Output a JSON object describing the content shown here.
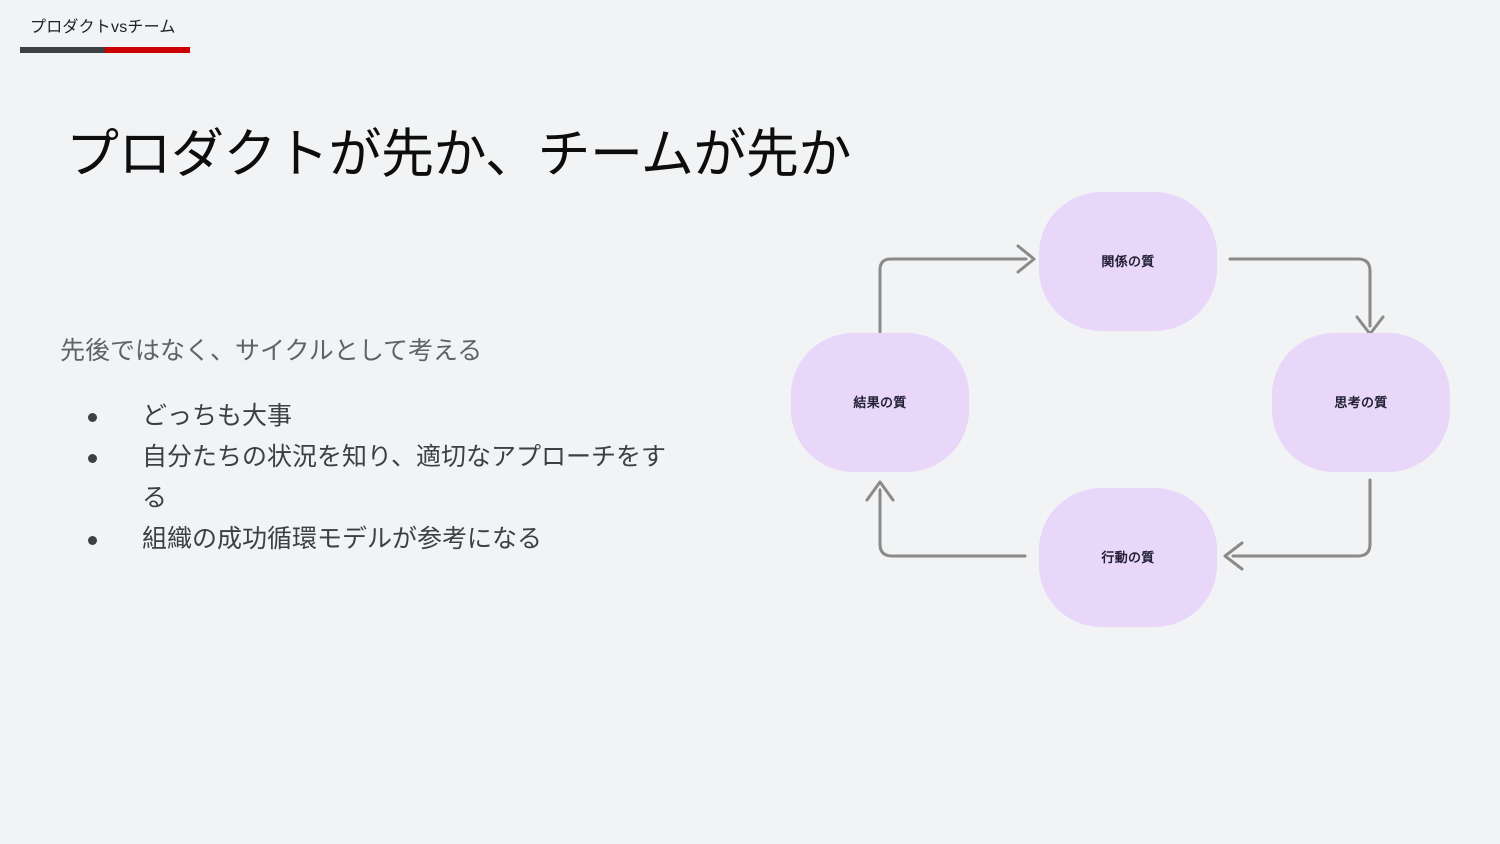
{
  "slide": {
    "background_color": "#f1f3f4",
    "header": {
      "label": "プロダクトvsチーム",
      "progress": {
        "done_color": "#3c4043",
        "remaining_color": "#cc0000",
        "percent": 50
      }
    },
    "title": "プロダクトが先か、チームが先か",
    "body": {
      "lead": "先後ではなく、サイクルとして考える",
      "bullets": [
        "どっちも大事",
        "自分たちの状況を知り、適切なアプローチをする",
        "組織の成功循環モデルが参考になる"
      ]
    },
    "diagram": {
      "name": "organizational-success-cycle",
      "node_fill_color": "#e9d7fa",
      "connector_color": "#8a8a8a",
      "direction": "clockwise",
      "nodes": [
        {
          "id": "relationship",
          "label": "関係の質",
          "position": "top"
        },
        {
          "id": "thinking",
          "label": "思考の質",
          "position": "right"
        },
        {
          "id": "action",
          "label": "行動の質",
          "position": "bottom"
        },
        {
          "id": "result",
          "label": "結果の質",
          "position": "left"
        }
      ],
      "edges": [
        {
          "from": "relationship",
          "to": "thinking"
        },
        {
          "from": "thinking",
          "to": "action"
        },
        {
          "from": "action",
          "to": "result"
        },
        {
          "from": "result",
          "to": "relationship"
        }
      ]
    }
  }
}
